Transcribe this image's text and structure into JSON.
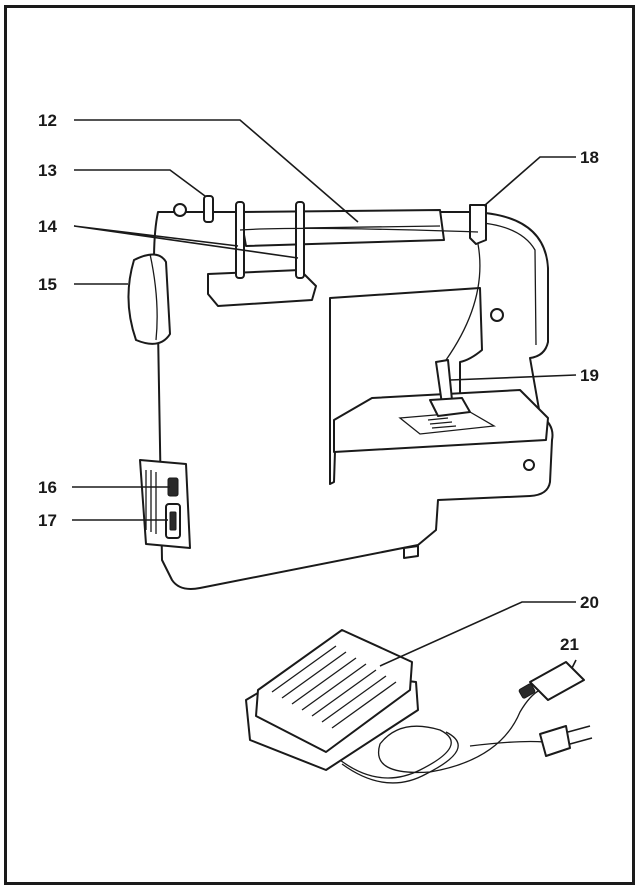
{
  "callouts": [
    {
      "id": "12",
      "label": "12"
    },
    {
      "id": "13",
      "label": "13"
    },
    {
      "id": "14",
      "label": "14"
    },
    {
      "id": "15",
      "label": "15"
    },
    {
      "id": "16",
      "label": "16"
    },
    {
      "id": "17",
      "label": "17"
    },
    {
      "id": "18",
      "label": "18"
    },
    {
      "id": "19",
      "label": "19"
    },
    {
      "id": "20",
      "label": "20"
    },
    {
      "id": "21",
      "label": "21"
    }
  ],
  "colors": {
    "ink": "#1a1a1a",
    "paper": "#ffffff"
  },
  "icons": {
    "machine": "sewing-machine-icon",
    "pedal": "foot-pedal-icon",
    "plug": "power-plug-icon"
  }
}
